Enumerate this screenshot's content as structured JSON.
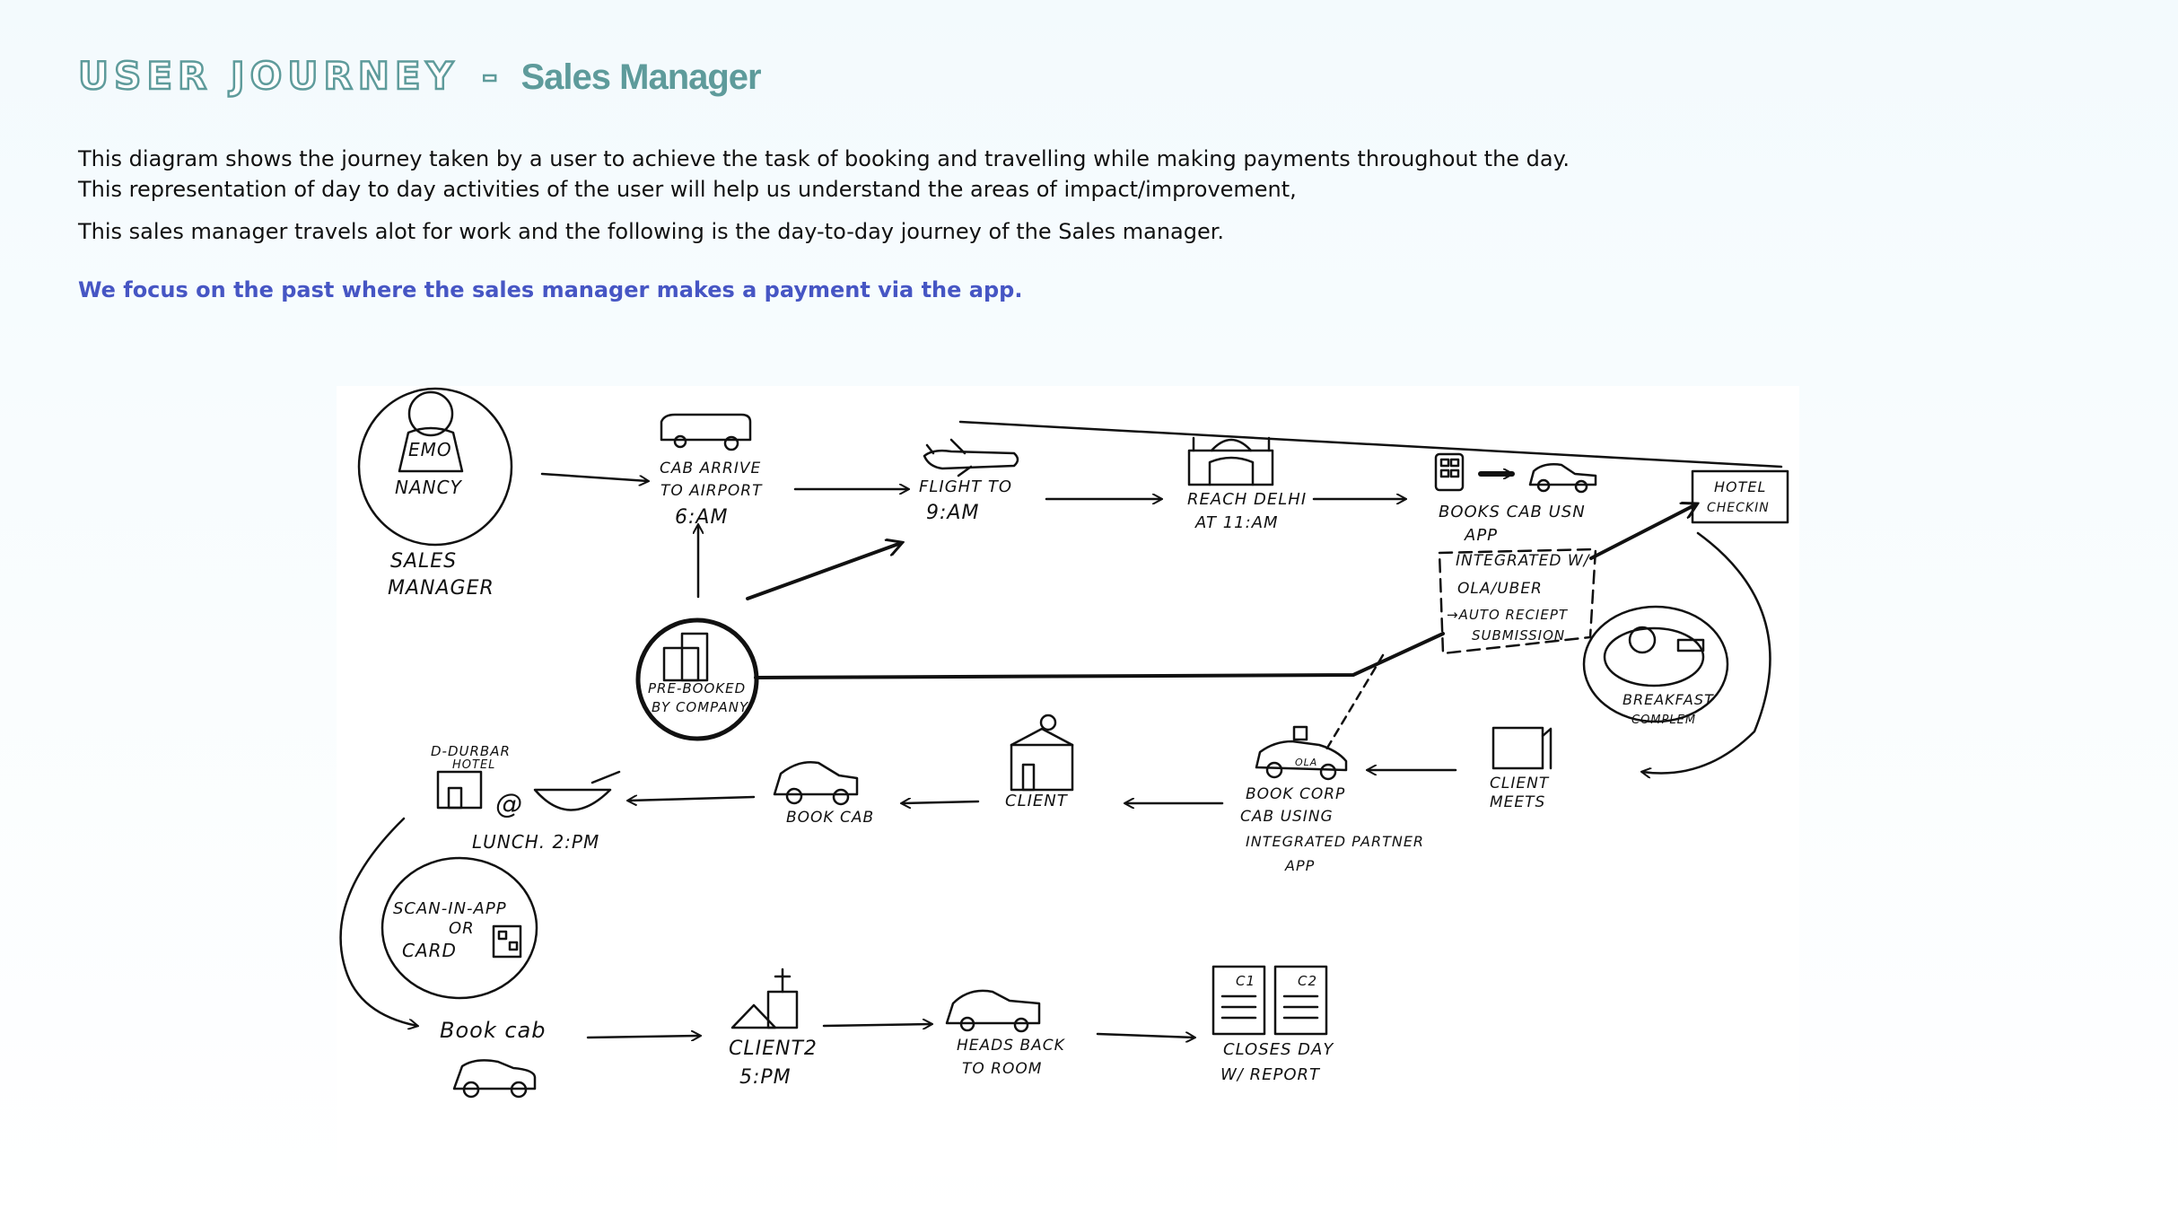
{
  "header": {
    "title": "USER JOURNEY",
    "separator": "-",
    "subtitle": "Sales Manager"
  },
  "intro": {
    "line1": "This diagram shows the journey taken by a user to achieve the task of booking and travelling while making payments throughout the day.",
    "line2": "This representation of day to day activities of the user will help us understand the areas of impact/improvement,",
    "line3": "This sales manager travels alot for work and the following is the day-to-day journey of the Sales manager.",
    "focus": "We focus on the past where the sales manager makes a payment via the app."
  },
  "sketch": {
    "emo": "EMO",
    "nancy": "NANCY",
    "sales_manager_1": "SALES",
    "sales_manager_2": "MANAGER",
    "cab_arrive_1": "CAB ARRIVE",
    "cab_arrive_2": "TO AIRPORT",
    "cab_arrive_3": "6:AM",
    "flight_1": "FLIGHT TO",
    "flight_2": "9:AM",
    "reach_1": "REACH DELHI",
    "reach_2": "AT 11:AM",
    "books_1": "BOOKS CAB USN",
    "books_2": "APP",
    "integrated_1": "INTEGRATED W/",
    "integrated_2": "OLA/UBER",
    "integrated_3": "→AUTO RECIEPT",
    "integrated_4": "SUBMISSION",
    "hotel_1": "HOTEL",
    "hotel_2": "CHECKIN",
    "breakfast_1": "BREAKFAST",
    "breakfast_2": "COMPLEM",
    "prebooked_1": "PRE-BOOKED",
    "prebooked_2": "BY COMPANY",
    "client_meets_1": "CLIENT",
    "client_meets_2": "MEETS",
    "book_corp_1": "BOOK CORP",
    "book_corp_2": "CAB USING",
    "book_corp_3": "INTEGRATED PARTNER",
    "book_corp_4": "APP",
    "ola": "OLA",
    "client": "CLIENT",
    "book_cab": "BOOK CAB",
    "lunch_hotel_1": "D-DURBAR",
    "lunch_hotel_2": "HOTEL",
    "lunch_at": "@",
    "lunch": "LUNCH. 2:PM",
    "scan_1": "SCAN-IN-APP",
    "scan_2": "OR",
    "scan_3": "CARD",
    "book_cab_2": "Book cab",
    "client2_1": "CLIENT2",
    "client2_2": "5:PM",
    "heads_back_1": "HEADS BACK",
    "heads_back_2": "TO ROOM",
    "closes_1": "CLOSES DAY",
    "closes_2": "W/ REPORT",
    "doc_1": "C1",
    "doc_2": "C2"
  }
}
